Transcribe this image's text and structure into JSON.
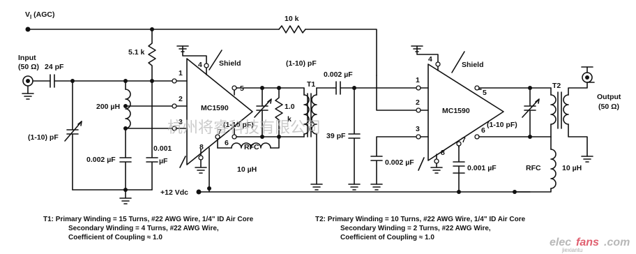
{
  "labels": {
    "vi_agc": "V",
    "vi_sub": "I",
    "vi_paren": " (AGC)",
    "r_10k": "10 k",
    "r_5_1k": "5.1 k",
    "input": "Input",
    "input_imp": "(50 Ω)",
    "c_24pf": "24 pF",
    "l_200uh": "200 µH",
    "c_var1": "(1-10) pF",
    "c_0002_1": "0.002 µF",
    "c_0001_1": "0.001",
    "c_0001_1b": "µF",
    "shield1": "Shield",
    "ic1": "MC1590",
    "c_var2": "(1-10 pF)",
    "c_var3": "(1-10) pF",
    "l_1_0": "1.0",
    "l_1_0k": "k",
    "rfc1": "RFC",
    "l_10uh_1": "10 µH",
    "vdd": "+12 Vdc",
    "t1": "T1",
    "c_0002_2": "0.002 µF",
    "c_39pf": "39 pF",
    "c_0002_3": "0.002 µF",
    "shield2": "Shield",
    "ic2": "MC1590",
    "c_var4": "(1-10 pF)",
    "t2": "T2",
    "c_0001_2": "0.001 µF",
    "rfc2": "RFC",
    "l_10uh_2": "10 µH",
    "output": "Output",
    "output_imp": "(50 Ω)"
  },
  "pins": {
    "ic1": [
      "1",
      "2",
      "3",
      "4",
      "5",
      "6",
      "7",
      "8"
    ],
    "ic2": [
      "1",
      "2",
      "3",
      "4",
      "5",
      "6",
      "7",
      "8"
    ]
  },
  "notes": {
    "t1_line1": "T1:  Primary Winding = 15 Turns, #22 AWG Wire, 1/4\" ID Air Core",
    "t1_line2": "Secondary Winding = 4 Turns, #22 AWG Wire,",
    "t1_line3": "Coefficient of Coupling ≈ 1.0",
    "t2_line1": "T2:  Primary Winding = 10 Turns, #22 AWG Wire, 1/4\" ID Air Core",
    "t2_line2": "Secondary Winding = 2 Turns, #22 AWG Wire,",
    "t2_line3": "Coefficient of Coupling ≈ 1.0"
  },
  "watermark": {
    "text": "杭州将睿科技有限公司",
    "brand_a": "elec",
    "brand_b": "fans",
    "brand_dot": ".com",
    "sub": "jiexiantu"
  }
}
